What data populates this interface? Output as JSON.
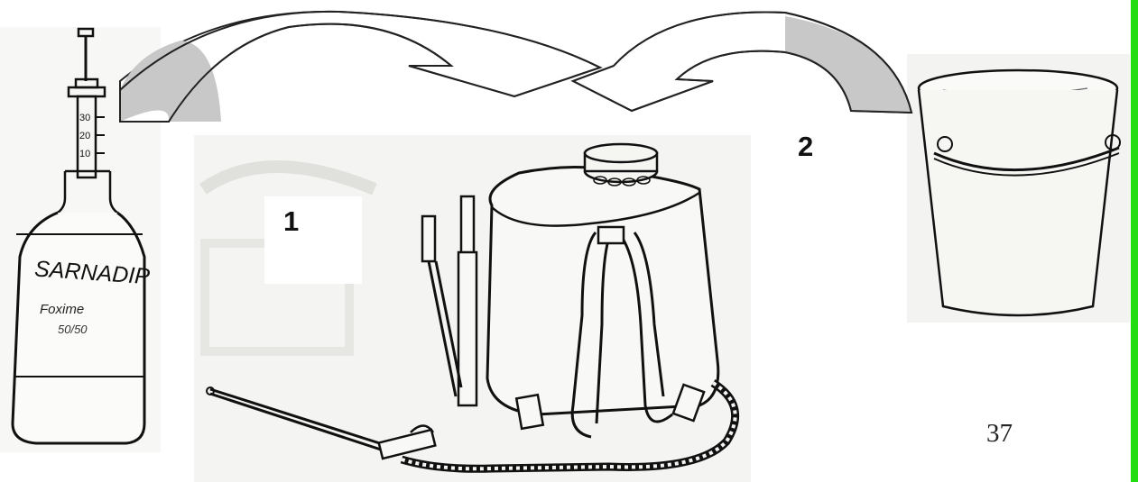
{
  "labels": {
    "step_1": "1",
    "step_2": "2",
    "page_number": "37"
  },
  "bottle": {
    "brand": "SARNADIP",
    "line2": "Foxime",
    "line3": "50/50",
    "syringe_ticks": [
      "30",
      "20",
      "10"
    ]
  },
  "colors": {
    "arrow_fill": "#c8c8c8",
    "arrow_stroke": "#222222",
    "accent_bar": "#22dd11"
  }
}
